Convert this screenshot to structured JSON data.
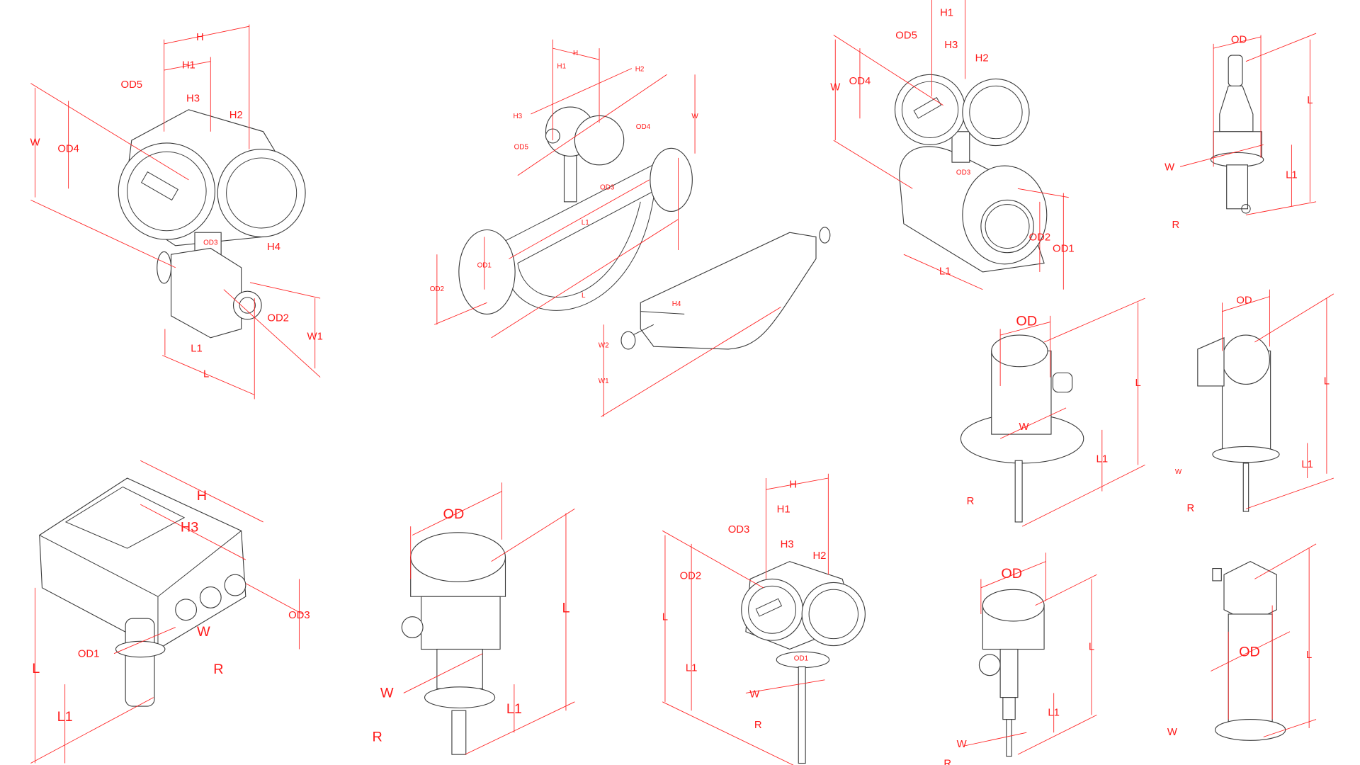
{
  "figures": [
    {
      "name": "transmitter-flowmeter",
      "labels": [
        "H",
        "H1",
        "OD5",
        "H3",
        "H2",
        "W",
        "OD4",
        "OD3",
        "H4",
        "OD2",
        "W1",
        "L1",
        "L"
      ]
    },
    {
      "name": "coriolis-flowmeter",
      "labels": [
        "H",
        "H1",
        "H2",
        "H3",
        "OD5",
        "OD4",
        "W",
        "OD3",
        "L1",
        "OD1",
        "OD2",
        "L",
        "H4",
        "W2",
        "W1"
      ]
    },
    {
      "name": "magnetic-flowmeter",
      "labels": [
        "H1",
        "OD5",
        "H3",
        "H2",
        "W",
        "OD4",
        "OD3",
        "OD2",
        "OD1",
        "L1"
      ]
    },
    {
      "name": "tuning-fork-probe-top",
      "labels": [
        "OD",
        "L",
        "W",
        "L1",
        "R"
      ]
    },
    {
      "name": "level-switch-flange",
      "labels": [
        "OD",
        "L",
        "W",
        "L1",
        "R"
      ]
    },
    {
      "name": "angled-head-probe",
      "labels": [
        "OD",
        "L",
        "W",
        "L1",
        "R"
      ]
    },
    {
      "name": "box-transmitter",
      "labels": [
        "H",
        "H3",
        "OD3",
        "W",
        "OD1",
        "R",
        "L",
        "L1"
      ]
    },
    {
      "name": "round-head-level-switch",
      "labels": [
        "OD",
        "L",
        "W",
        "L1",
        "R"
      ]
    },
    {
      "name": "temperature-transmitter",
      "labels": [
        "H",
        "H1",
        "OD3",
        "H3",
        "H2",
        "OD2",
        "L",
        "L1",
        "OD1",
        "W",
        "R"
      ]
    },
    {
      "name": "compact-temperature-sensor",
      "labels": [
        "OD",
        "L",
        "L1",
        "W",
        "R"
      ]
    },
    {
      "name": "connector-head-sensor",
      "labels": [
        "OD",
        "L",
        "W"
      ]
    }
  ],
  "colors": {
    "dimension": "#ff1a1a",
    "outline": "#3a3a3a"
  }
}
